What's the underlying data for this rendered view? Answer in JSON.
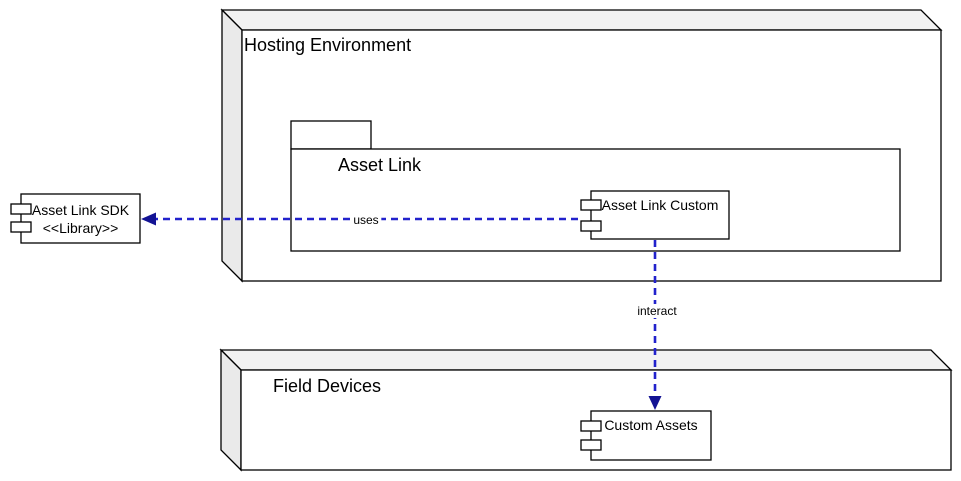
{
  "diagram_type": "uml-deployment-component-diagram",
  "hosting_node": {
    "label": "Hosting Environment"
  },
  "package": {
    "label": "Asset Link"
  },
  "field_node": {
    "label": "Field Devices"
  },
  "components": {
    "sdk": {
      "name": "Asset Link SDK",
      "stereotype": "<<Library>>"
    },
    "asset_link_custom": {
      "name": "Asset Link Custom"
    },
    "custom_assets": {
      "name": "Custom Assets"
    }
  },
  "edges": {
    "uses": {
      "label": "uses",
      "from": "Asset Link Custom",
      "to": "Asset Link SDK",
      "style": "dashed-arrow"
    },
    "interact": {
      "label": "interact",
      "from": "Asset Link Custom",
      "to": "Custom Assets",
      "style": "dashed-arrow"
    }
  },
  "colors": {
    "edge_blue": "#2222cc",
    "arrowhead_blue": "#131394",
    "node_top_face": "#f2f2f2",
    "node_side_face": "#eaeaea",
    "shape_fill": "#ffffff",
    "stroke": "#000000"
  }
}
